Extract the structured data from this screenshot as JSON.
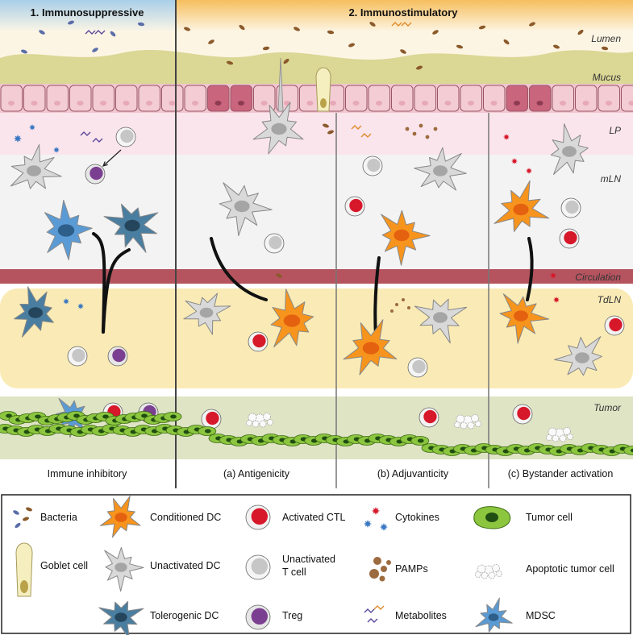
{
  "headers": {
    "immunosuppressive": "1. Immunosuppressive",
    "immunostimulatory": "2. Immunostimulatory"
  },
  "layers": {
    "lumen": "Lumen",
    "mucus": "Mucus",
    "lp": "LP",
    "mln": "mLN",
    "circulation": "Circulation",
    "tdln": "TdLN",
    "tumor": "Tumor"
  },
  "panels": {
    "p1": "Immune inhibitory",
    "pa": "(a) Antigenicity",
    "pb": "(b) Adjuvanticity",
    "pc": "(c) Bystander activation"
  },
  "legend": {
    "bacteria": "Bacteria",
    "conditioned_dc": "Conditioned DC",
    "activated_ctl": "Activated CTL",
    "cytokines": "Cytokines",
    "tumor_cell": "Tumor cell",
    "goblet_cell": "Goblet cell",
    "unactivated_dc": "Unactivated DC",
    "unactivated_t_1": "Unactivated",
    "unactivated_t_2": "T cell",
    "pamps": "PAMPs",
    "apoptotic_tumor_cell": "Apoptotic tumor cell",
    "tolerogenic_dc": "Tolerogenic DC",
    "treg": "Treg",
    "metabolites": "Metabolites",
    "mdsc": "MDSC"
  },
  "colors": {
    "lumen_bg": "#fdf3dd",
    "header_left": "#bcd9ec",
    "header_right": "#f7c873",
    "mucus": "#d9d68f",
    "epithelium": "#efc3cc",
    "lp_bg": "#fbe6ec",
    "mln_bg": "#f3f3f3",
    "circulation": "#b4535f",
    "tdln_bg": "#faecb8",
    "tumor_bg": "#dfe5c6",
    "tumor_cell": "#8cc63f",
    "conditioned_dc": "#f7941d",
    "unactivated_dc": "#cfcfcf",
    "tolerogenic_dc": "#4a7ea0",
    "activated_ctl": "#d7182a",
    "treg": "#7b3f91",
    "mdsc": "#5b9bd5"
  }
}
